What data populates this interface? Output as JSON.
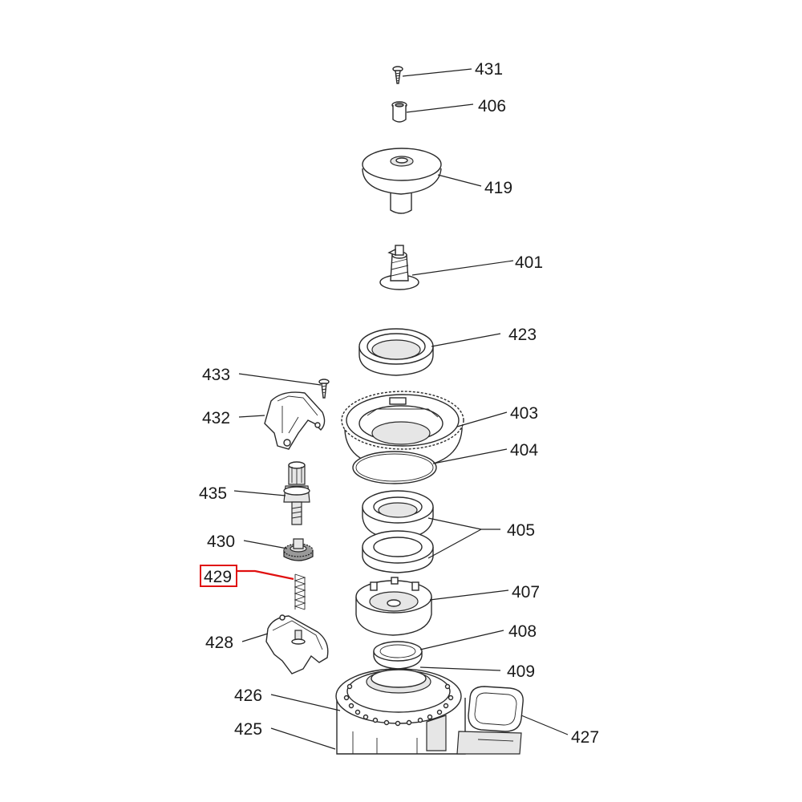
{
  "highlight_color": "#e01010",
  "highlighted_label": "429",
  "labels": {
    "p431": "431",
    "p406": "406",
    "p419": "419",
    "p401": "401",
    "p423": "423",
    "p433": "433",
    "p432": "432",
    "p403": "403",
    "p404": "404",
    "p435": "435",
    "p405": "405",
    "p430": "430",
    "p429": "429",
    "p407": "407",
    "p428": "428",
    "p408": "408",
    "p409": "409",
    "p426": "426",
    "p425": "425",
    "p427": "427"
  }
}
